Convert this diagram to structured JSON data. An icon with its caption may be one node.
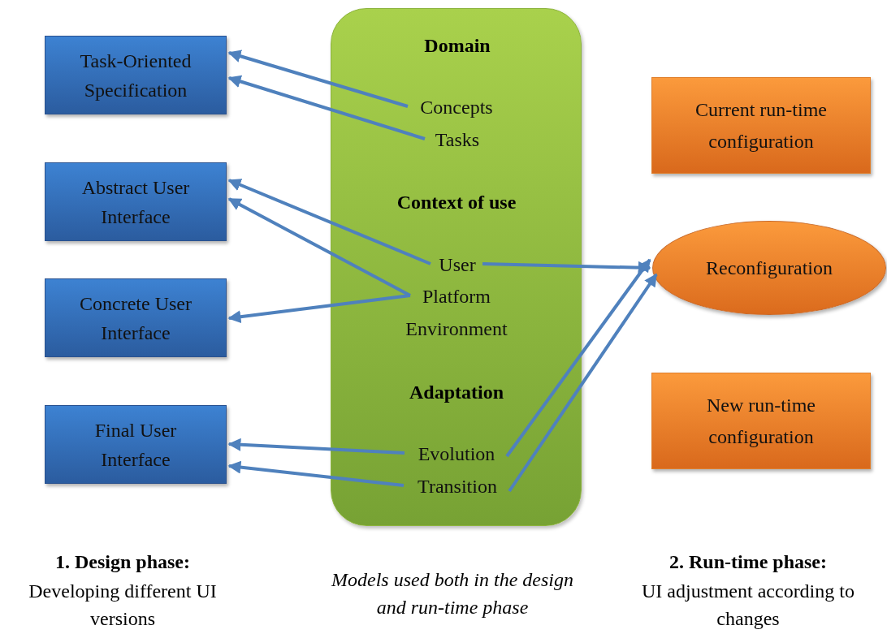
{
  "diagram": {
    "nodes": [
      {
        "text": [
          "Task-Oriented Specification"
        ]
      },
      {
        "text": [
          "Abstract User Interface"
        ]
      },
      {
        "text": [
          "Concrete User Interface"
        ]
      },
      {
        "text": [
          "Final User Interface"
        ]
      },
      {
        "text": [
          "Domain",
          "Context of use",
          "Adaptation"
        ]
      },
      {
        "text": [
          "Concepts"
        ],
        "in": 4
      },
      {
        "text": [
          "Tasks"
        ],
        "in": 4
      },
      {
        "text": [
          "User"
        ],
        "in": 4
      },
      {
        "text": [
          "Platform"
        ],
        "in": 4
      },
      {
        "text": [
          "Environment"
        ],
        "in": 4
      },
      {
        "text": [
          "Evolution"
        ],
        "in": 4
      },
      {
        "text": [
          "Transition"
        ],
        "in": 4
      },
      {
        "text": [
          "Current run-time configuration"
        ]
      },
      {
        "text": [
          "Reconfiguration"
        ]
      },
      {
        "text": [
          "New run-time configuration"
        ]
      }
    ],
    "edges": [
      {
        "from": 5,
        "to": 0,
        "arrow": "to"
      },
      {
        "from": 6,
        "to": 0,
        "arrow": "to"
      },
      {
        "from": 7,
        "to": 1,
        "arrow": "to"
      },
      {
        "from": 8,
        "to": 1,
        "arrow": "to"
      },
      {
        "from": 8,
        "to": 2,
        "arrow": "to"
      },
      {
        "from": 7,
        "to": 13,
        "arrow": "to"
      },
      {
        "from": 10,
        "to": 3,
        "arrow": "to"
      },
      {
        "from": 11,
        "to": 3,
        "arrow": "to"
      },
      {
        "from": 10,
        "to": 13,
        "arrow": "to"
      },
      {
        "from": 11,
        "to": 13,
        "arrow": "to"
      }
    ],
    "labels": [
      "1. Design phase:",
      "Developing different UI versions",
      "Models used both in the design and run-time phase",
      "2. Run-time phase:",
      "UI adjustment according to changes"
    ]
  }
}
